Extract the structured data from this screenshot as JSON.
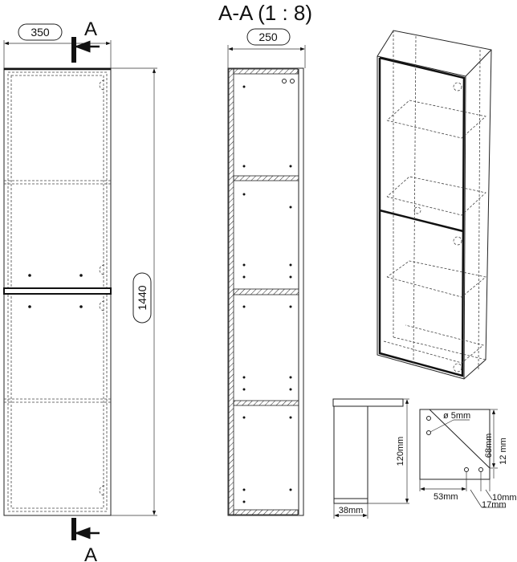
{
  "title": "A-A (1 : 8)",
  "front_view": {
    "width_label": "350",
    "height_label": "1440",
    "section_mark_top": "A",
    "section_mark_bottom": "A"
  },
  "section_view": {
    "width_label": "250"
  },
  "leg_detail": {
    "height_label": "120mm",
    "width_label": "38mm"
  },
  "bracket_detail": {
    "hole_label": "ø 5mm",
    "height_label": "68mm",
    "offset_label": "12 mm",
    "width_label": "53mm",
    "spacing_label": "17mm",
    "edge_label": "10mm"
  }
}
